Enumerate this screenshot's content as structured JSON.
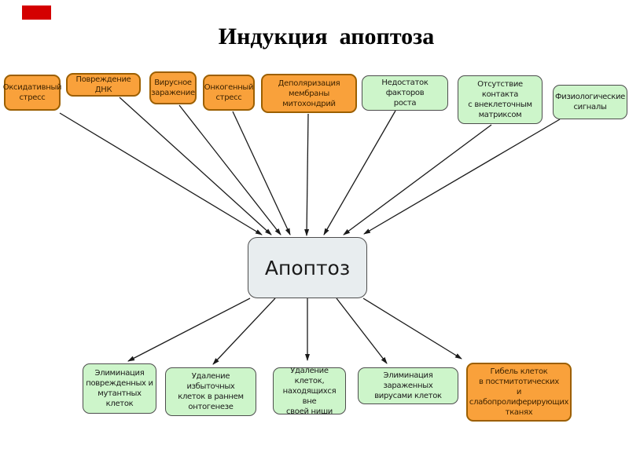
{
  "title": "Индукция  апоптоза",
  "center": {
    "label": "Апоптоз"
  },
  "causes": [
    {
      "label": "Оксидативный стресс",
      "variant": "orange"
    },
    {
      "label": "Повреждение ДНК",
      "variant": "orange"
    },
    {
      "label": "Вирусное заражение",
      "variant": "orange"
    },
    {
      "label": "Онкогенный стресс",
      "variant": "orange"
    },
    {
      "label": "Деполяризация\nмембраны митохондрий",
      "variant": "orange"
    },
    {
      "label": "Недостаток факторов\nроста",
      "variant": "green"
    },
    {
      "label": "Отсутствие контакта\nс внеклеточным\nматриксом",
      "variant": "green"
    },
    {
      "label": "Физиологические\nсигналы",
      "variant": "green"
    }
  ],
  "outcomes": [
    {
      "label": "Элиминация\nповрежденных и\nмутантных клеток",
      "variant": "green"
    },
    {
      "label": "Удаление избыточных\nклеток в раннем\nонтогенезе",
      "variant": "green"
    },
    {
      "label": "Удаление клеток,\nнаходящихся вне\nсвоей ниши",
      "variant": "green"
    },
    {
      "label": "Элиминация зараженных\nвирусами клеток",
      "variant": "green"
    },
    {
      "label": "Гибель клеток\nв постмитотических\nи слабопролиферирующих\nтканях",
      "variant": "orange"
    }
  ],
  "colors": {
    "orange_fill": "#f9a13b",
    "orange_border": "#9c5f00",
    "orange_text": "#3d2300",
    "green_fill": "#cdf5ca",
    "green_border": "#4d4d4d",
    "center_fill": "#e8edef",
    "center_border": "#4d4d4d",
    "arrow": "#1a1a1a",
    "marker_red": "#d40000",
    "text": "#1a1a1a"
  }
}
